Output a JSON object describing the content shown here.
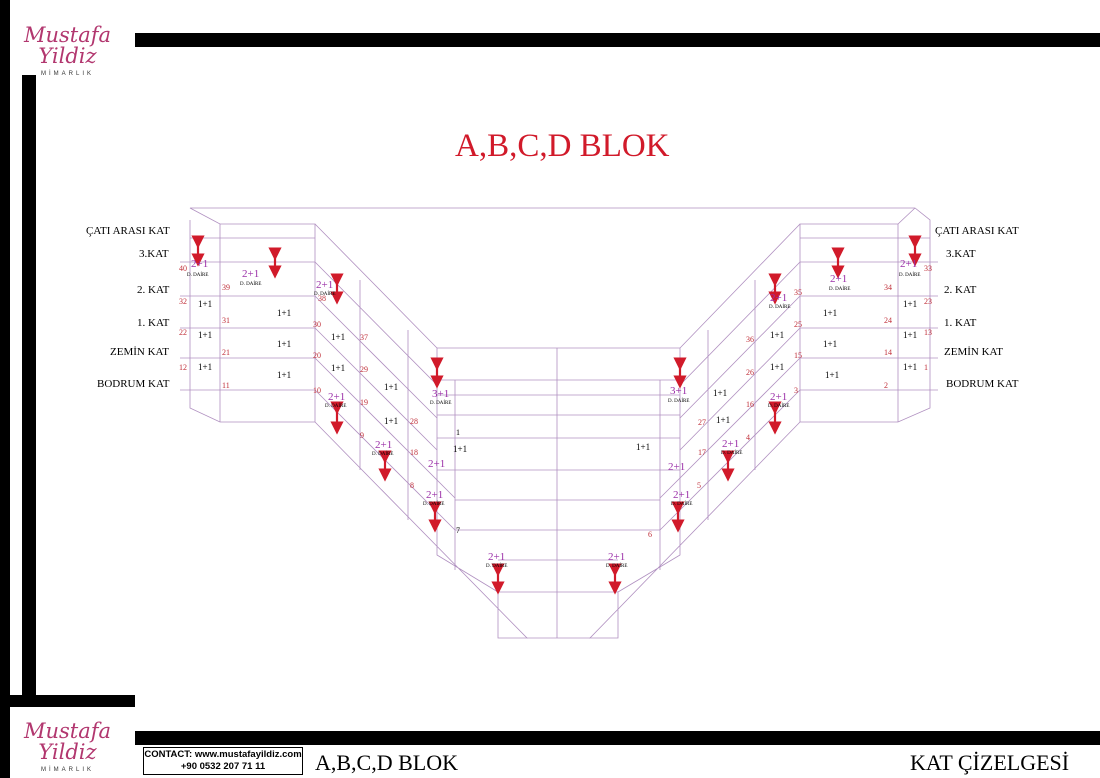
{
  "logo": {
    "script": "Mustafa Yildiz",
    "sub": "MİMARLIK"
  },
  "title": "A,B,C,D BLOK",
  "floors_left": [
    "ÇATI ARASI KAT",
    "3.KAT",
    "2. KAT",
    "1. KAT",
    "ZEMİN KAT",
    "BODRUM KAT"
  ],
  "floors_right": [
    "ÇATI ARASI KAT",
    "3.KAT",
    "2. KAT",
    "1. KAT",
    "ZEMİN KAT",
    "BODRUM KAT"
  ],
  "units": {
    "duplex_sub": "D. DAİRE",
    "left": [
      {
        "type": "2+1",
        "no": "40",
        "duplex": true
      },
      {
        "type": "2+1",
        "no": "39",
        "duplex": true
      },
      {
        "type": "2+1",
        "no": "38",
        "duplex": true
      },
      {
        "type": "1+1",
        "no": "32"
      },
      {
        "type": "1+1",
        "no": "31"
      },
      {
        "type": "1+1",
        "no": "30"
      },
      {
        "type": "1+1",
        "no": "22"
      },
      {
        "type": "1+1",
        "no": "21"
      },
      {
        "type": "1+1",
        "no": "20"
      },
      {
        "type": "1+1",
        "no": "12"
      },
      {
        "type": "1+1",
        "no": "11"
      },
      {
        "type": "2+1",
        "no": "10",
        "duplex": true
      },
      {
        "type": "1+1",
        "no": "37"
      },
      {
        "type": "1+1",
        "no": "29"
      },
      {
        "type": "1+1",
        "no": "19"
      },
      {
        "type": "2+1",
        "no": "9",
        "duplex": true
      },
      {
        "type": "1+1",
        "no": "28"
      },
      {
        "type": "1+1",
        "no": "18"
      },
      {
        "type": "2+1",
        "no": "8",
        "duplex": true
      },
      {
        "type": "3+1",
        "no": "1",
        "duplex": true
      },
      {
        "type": "2+1",
        "no": "7",
        "duplex": true
      }
    ],
    "right": [
      {
        "type": "2+1",
        "no": "33",
        "duplex": true
      },
      {
        "type": "2+1",
        "no": "34",
        "duplex": true
      },
      {
        "type": "2+1",
        "no": "35",
        "duplex": true
      },
      {
        "type": "1+1",
        "no": "23"
      },
      {
        "type": "1+1",
        "no": "24"
      },
      {
        "type": "1+1",
        "no": "25"
      },
      {
        "type": "1+1",
        "no": "13"
      },
      {
        "type": "1+1",
        "no": "14"
      },
      {
        "type": "1+1",
        "no": "15"
      },
      {
        "type": "1+1",
        "no": "1"
      },
      {
        "type": "1+1",
        "no": "2"
      },
      {
        "type": "2+1",
        "no": "3",
        "duplex": true
      },
      {
        "type": "1+1",
        "no": "36"
      },
      {
        "type": "1+1",
        "no": "26"
      },
      {
        "type": "1+1",
        "no": "16"
      },
      {
        "type": "2+1",
        "no": "4",
        "duplex": true
      },
      {
        "type": "1+1",
        "no": "27"
      },
      {
        "type": "1+1",
        "no": "17"
      },
      {
        "type": "2+1",
        "no": "5",
        "duplex": true
      },
      {
        "type": "3+1",
        "duplex": true
      },
      {
        "type": "2+1",
        "no": "6",
        "duplex": true
      }
    ],
    "center": [
      {
        "type": "1+1"
      }
    ]
  },
  "footer": {
    "contact_line1": "CONTACT:  www.mustafayildiz.com",
    "contact_line2": "+90 0532 207 71 11",
    "block": "A,B,C,D BLOK",
    "sheet": "KAT ÇİZELGESİ"
  },
  "colors": {
    "accent_red": "#d11a2a",
    "line": "#b090c0",
    "unit_purple": "#9b2fa8",
    "number_red": "#c0303a"
  }
}
